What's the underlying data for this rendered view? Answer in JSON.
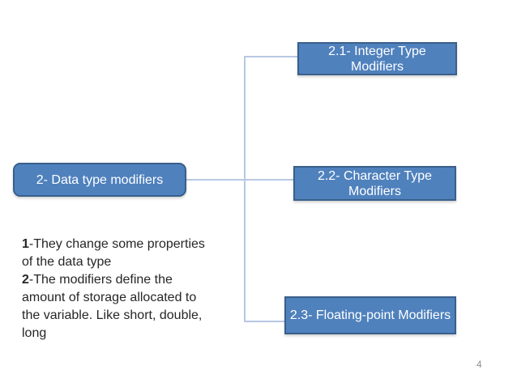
{
  "slide": {
    "page_number": "4",
    "colors": {
      "box_fill": "#4f81bd",
      "box_border": "#3a5f8b",
      "connector": "#b7c8e2",
      "box_text": "#ffffff",
      "body_text": "#262626",
      "page_number": "#8f8f8f",
      "background": "#ffffff"
    }
  },
  "diagram": {
    "root_box": {
      "label": "2- Data type modifiers"
    },
    "child_boxes": [
      {
        "label": "2.1- Integer Type\nModifiers"
      },
      {
        "label": "2.2- Character Type\nModifiers"
      },
      {
        "label": "2.3- Floating-point Modifiers"
      }
    ]
  },
  "notes": {
    "item1": {
      "number": "1",
      "text": "-They change some properties of the data type"
    },
    "item2": {
      "number": "2",
      "text": "-The modifiers define the amount of storage allocated to the variable. Like short, double, long"
    }
  }
}
